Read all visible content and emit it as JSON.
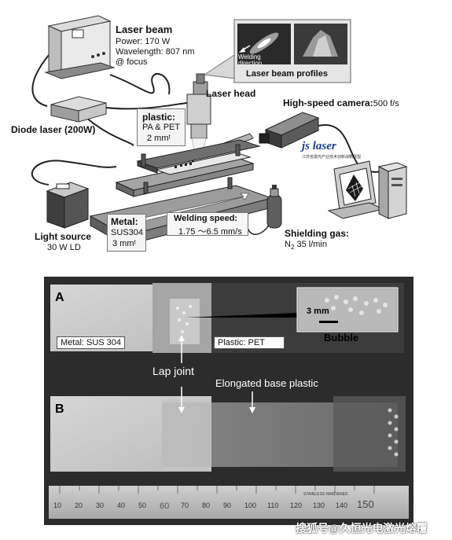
{
  "laser_beam": {
    "title": "Laser beam",
    "power": "Power: 170 W",
    "wavelength": "Wavelength: 807 nm",
    "focus": "@ focus"
  },
  "diode_laser": "Diode laser (200W)",
  "laser_head": "Laser head",
  "profiles": {
    "welding_direction_line1": "Welding",
    "welding_direction_line2": "direction",
    "caption": "Laser beam profiles"
  },
  "plastic": {
    "title": "plastic:",
    "material": "PA & PET",
    "thickness": "2 mmᵗ"
  },
  "camera": {
    "label": "High-speed camera:",
    "rate": "500 f/s"
  },
  "logo": {
    "name": "js laser",
    "subtitle": "江苏省激光产业技术创新战略联盟"
  },
  "light_source": {
    "title": "Light source",
    "detail": "30 W LD"
  },
  "metal": {
    "title": "Metal:",
    "material": "SUS304",
    "thickness": "3 mmᵗ"
  },
  "welding_speed": {
    "title": "Welding speed:",
    "value": "1.75 ～6.5 mm/s"
  },
  "shielding_gas": {
    "title": "Shielding gas:",
    "value_prefix": "N",
    "value_sub": "2",
    "value_suffix": " 35 l/min"
  },
  "photo": {
    "label_a": "A",
    "label_b": "B",
    "metal_label": "Metal: SUS 304",
    "plastic_label": "Plastic: PET",
    "scale_bar": "3 mm",
    "bubble": "Bubble",
    "lap_joint": "Lap joint",
    "elongated": "Elongated base plastic",
    "ruler_numbers": [
      "10",
      "20",
      "30",
      "40",
      "50",
      "60",
      "70",
      "80",
      "90",
      "100",
      "110",
      "120",
      "130",
      "140",
      "150"
    ],
    "ruler_text": "STAINLESS HARDENED"
  },
  "watermark": "搜狐号@久恒光电激光熔覆"
}
